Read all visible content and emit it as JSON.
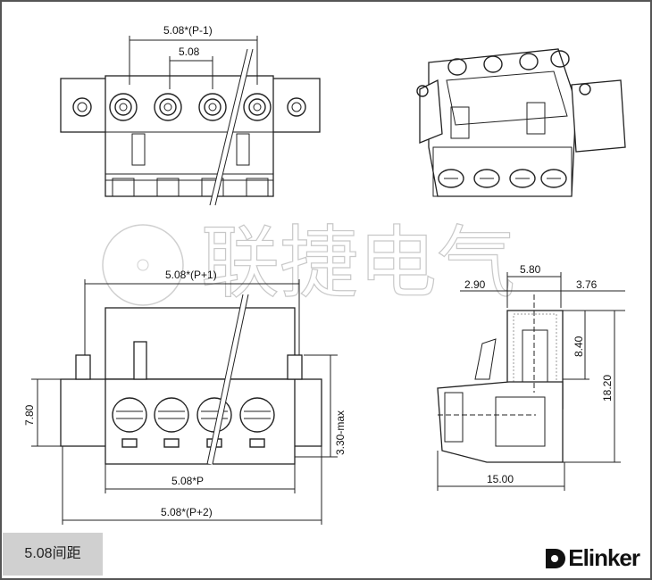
{
  "watermark": {
    "text": "联捷电气"
  },
  "dimensions": {
    "top_pitch_span": "5.08*(P-1)",
    "top_pitch": "5.08",
    "front_span_top": "5.08*(P+1)",
    "flange_height": "7.80",
    "max_height": "3.30-max",
    "front_pitch_span": "5.08*P",
    "overall_width": "5.08*(P+2)",
    "side_left": "2.90",
    "side_mid": "5.80",
    "side_right": "3.76",
    "side_upper_height": "8.40",
    "side_total_height": "18.20",
    "side_depth": "15.00"
  },
  "footer": {
    "pitch_label": "5.08间距",
    "brand": "Elinker"
  }
}
